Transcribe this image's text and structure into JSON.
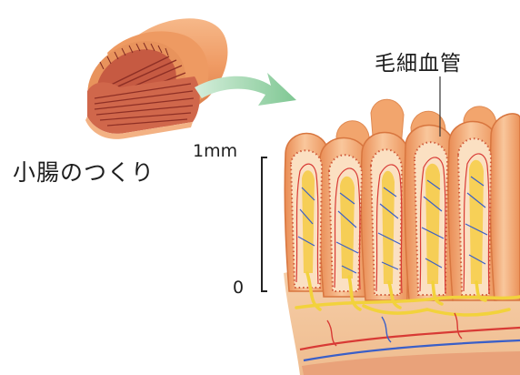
{
  "labels": {
    "intestine_structure": "小腸のつくり",
    "capillary": "毛細血管",
    "scale_top": "1mm",
    "scale_bottom": "0"
  },
  "colors": {
    "tissue_orange": "#f1a066",
    "tissue_light": "#fbd9b7",
    "villus_core": "#f7c94a",
    "lymph_yellow": "#f2d23c",
    "artery_red": "#d83a35",
    "vein_blue": "#3a5fc8",
    "muscle_red": "#c8553f",
    "arrow_green": "#8fcf9f",
    "background": "#ffffff"
  }
}
